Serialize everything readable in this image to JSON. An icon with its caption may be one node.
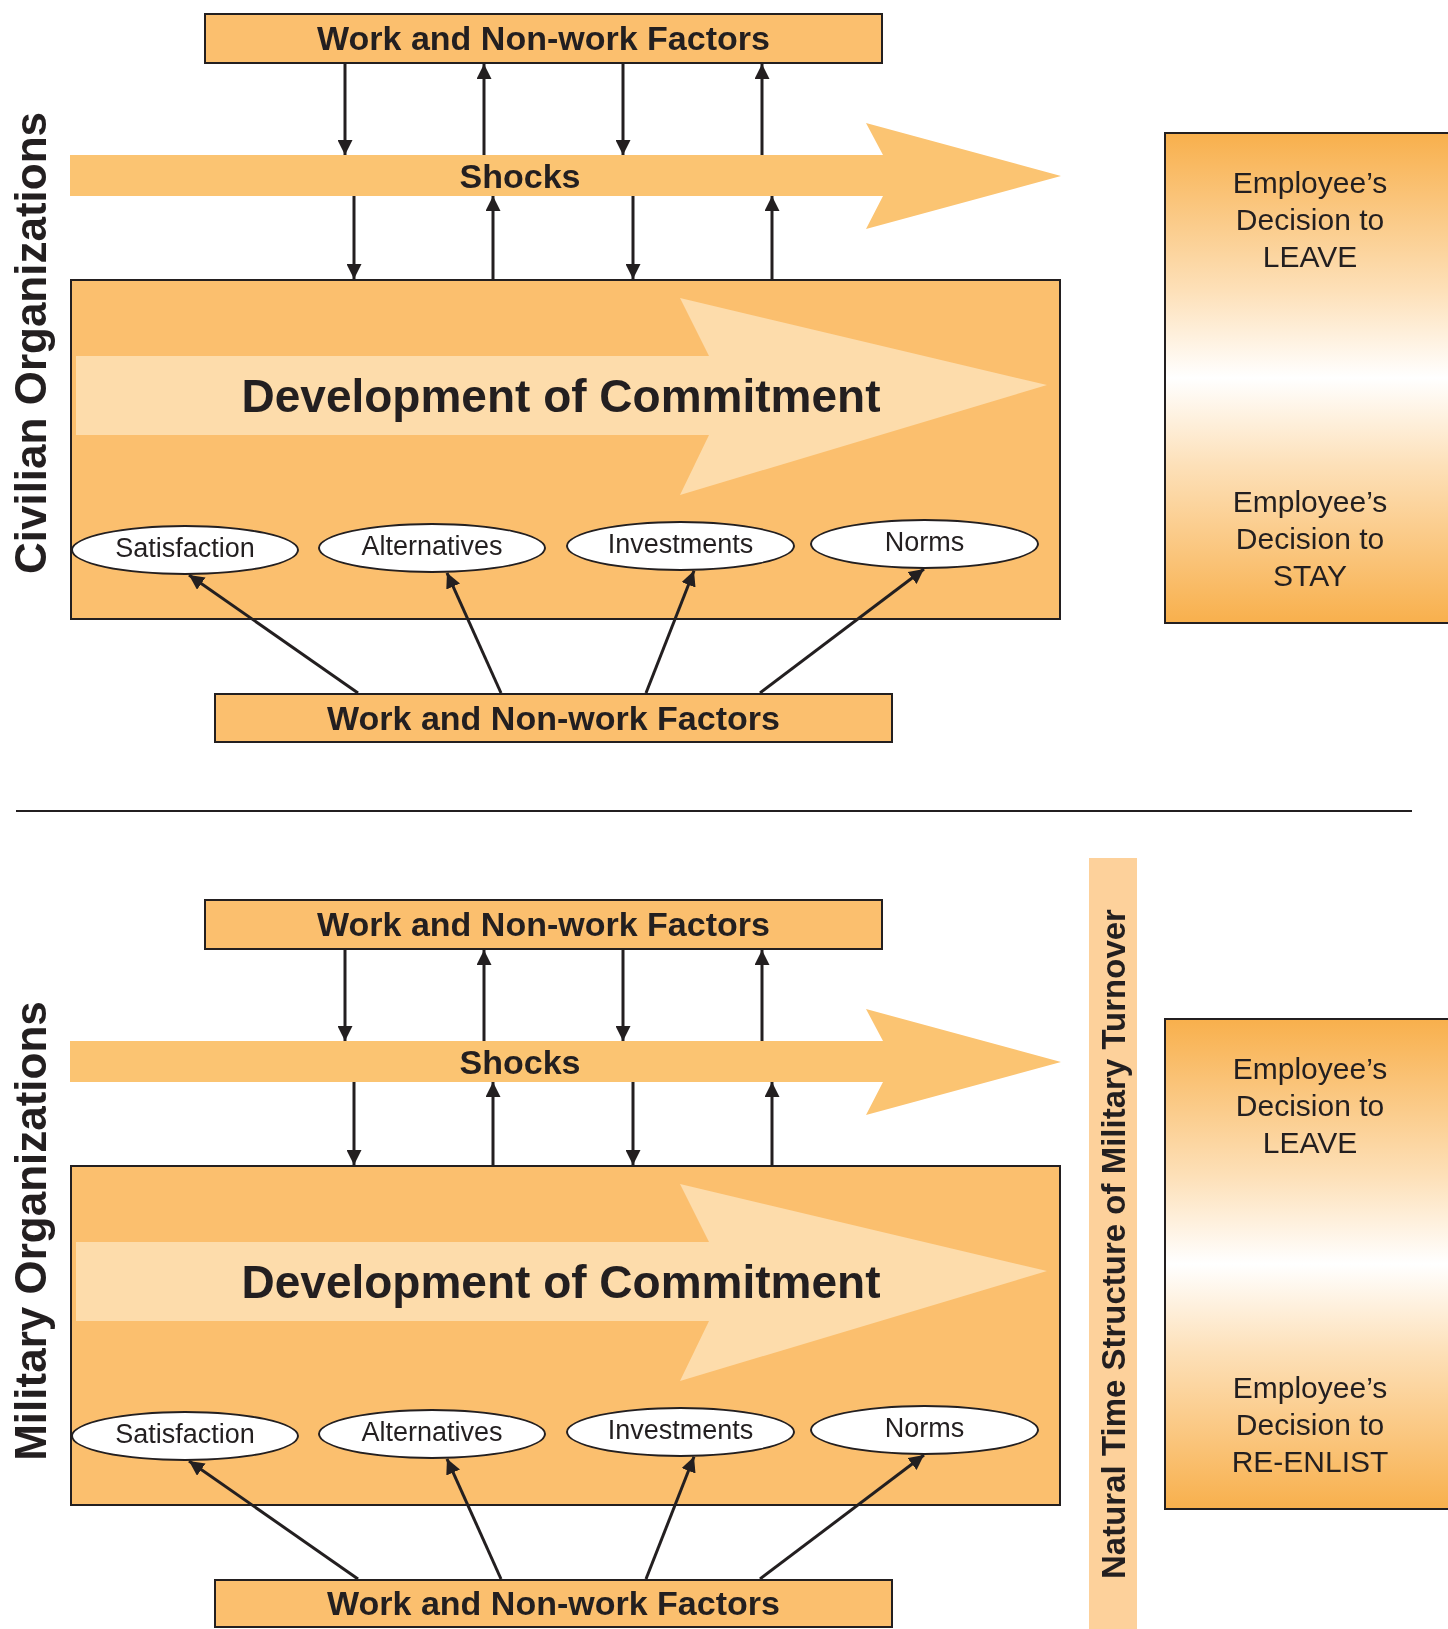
{
  "diagram": {
    "nodes": [
      {
        "text": [
          "Work and Non-work Factors"
        ]
      },
      {
        "text": [
          "Shocks"
        ]
      },
      {
        "text": [],
        "shape": "box"
      },
      {
        "text": [
          "Development of Commitment"
        ],
        "in": 2
      },
      {
        "text": [
          "Satisfaction"
        ],
        "in": 2
      },
      {
        "text": [
          "Alternatives"
        ],
        "in": 2
      },
      {
        "text": [
          "Investments"
        ],
        "in": 2
      },
      {
        "text": [
          "Norms"
        ],
        "in": 2
      },
      {
        "text": [
          "Work and Non-work Factors"
        ]
      },
      {
        "text": [
          "Employee’s Decision to LEAVE",
          "Employee’s Decision to STAY"
        ]
      },
      {
        "text": [
          "Work and Non-work Factors"
        ]
      },
      {
        "text": [
          "Shocks"
        ]
      },
      {
        "text": [],
        "shape": "box"
      },
      {
        "text": [
          "Development of Commitment"
        ],
        "in": 12
      },
      {
        "text": [
          "Satisfaction"
        ],
        "in": 12
      },
      {
        "text": [
          "Alternatives"
        ],
        "in": 12
      },
      {
        "text": [
          "Investments"
        ],
        "in": 12
      },
      {
        "text": [
          "Norms"
        ],
        "in": 12
      },
      {
        "text": [
          "Work and Non-work Factors"
        ]
      },
      {
        "text": [
          "Employee’s Decision to LEAVE",
          "Employee’s Decision to RE-ENLIST"
        ]
      },
      {
        "text": [
          "Natural Time Structure of Military Turnover"
        ]
      }
    ],
    "edges": [
      {
        "from": 0,
        "to": 1,
        "arrow": "to"
      },
      {
        "from": 1,
        "to": 0,
        "arrow": "to"
      },
      {
        "from": 0,
        "to": 1,
        "arrow": "to"
      },
      {
        "from": 1,
        "to": 0,
        "arrow": "to"
      },
      {
        "from": 1,
        "to": 2,
        "arrow": "to"
      },
      {
        "from": 2,
        "to": 1,
        "arrow": "to"
      },
      {
        "from": 1,
        "to": 2,
        "arrow": "to"
      },
      {
        "from": 2,
        "to": 1,
        "arrow": "to"
      },
      {
        "from": 8,
        "to": 4,
        "arrow": "to"
      },
      {
        "from": 8,
        "to": 5,
        "arrow": "to"
      },
      {
        "from": 8,
        "to": 6,
        "arrow": "to"
      },
      {
        "from": 8,
        "to": 7,
        "arrow": "to"
      },
      {
        "from": 10,
        "to": 11,
        "arrow": "to"
      },
      {
        "from": 11,
        "to": 10,
        "arrow": "to"
      },
      {
        "from": 10,
        "to": 11,
        "arrow": "to"
      },
      {
        "from": 11,
        "to": 10,
        "arrow": "to"
      },
      {
        "from": 11,
        "to": 12,
        "arrow": "to"
      },
      {
        "from": 12,
        "to": 11,
        "arrow": "to"
      },
      {
        "from": 11,
        "to": 12,
        "arrow": "to"
      },
      {
        "from": 12,
        "to": 11,
        "arrow": "to"
      },
      {
        "from": 18,
        "to": 14,
        "arrow": "to"
      },
      {
        "from": 18,
        "to": 15,
        "arrow": "to"
      },
      {
        "from": 18,
        "to": 16,
        "arrow": "to"
      },
      {
        "from": 18,
        "to": 17,
        "arrow": "to"
      }
    ],
    "labels": [
      "Civilian Organizations",
      "Military Organizations"
    ]
  }
}
